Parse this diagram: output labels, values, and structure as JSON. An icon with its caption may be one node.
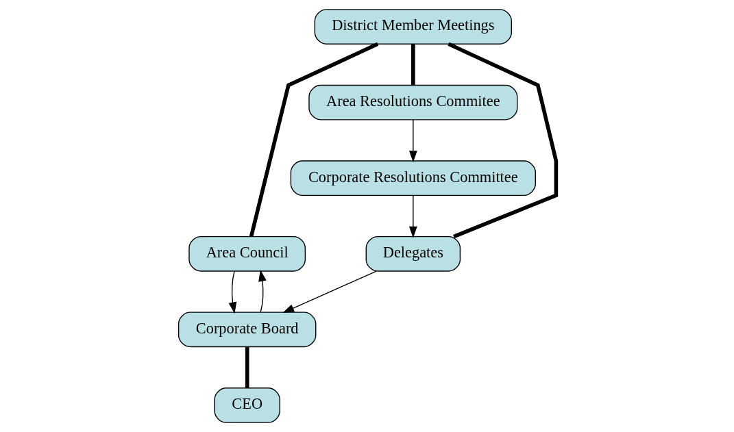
{
  "diagram": {
    "nodes": [
      {
        "text": [
          "District Member Meetings"
        ]
      },
      {
        "text": [
          "Area Council"
        ]
      },
      {
        "text": [
          "Area Resolutions Commitee"
        ]
      },
      {
        "text": [
          "Delegates"
        ]
      },
      {
        "text": [
          "Corporate Board"
        ]
      },
      {
        "text": [
          "CEO"
        ]
      },
      {
        "text": [
          "Corporate Resolutions Committee"
        ]
      }
    ],
    "edges": [
      {
        "from": 0,
        "to": 1,
        "arrow": "none",
        "style": "thick"
      },
      {
        "from": 0,
        "to": 3,
        "arrow": "none",
        "style": "thick"
      },
      {
        "from": 0,
        "to": 2,
        "arrow": "none",
        "style": "thick"
      },
      {
        "from": 1,
        "to": 4,
        "arrow": "to"
      },
      {
        "from": 4,
        "to": 1,
        "arrow": "to"
      },
      {
        "from": 3,
        "to": 4,
        "arrow": "to"
      },
      {
        "from": 2,
        "to": 6,
        "arrow": "to"
      },
      {
        "from": 6,
        "to": 3,
        "arrow": "to"
      },
      {
        "from": 4,
        "to": 5,
        "arrow": "none",
        "style": "thick"
      }
    ]
  }
}
